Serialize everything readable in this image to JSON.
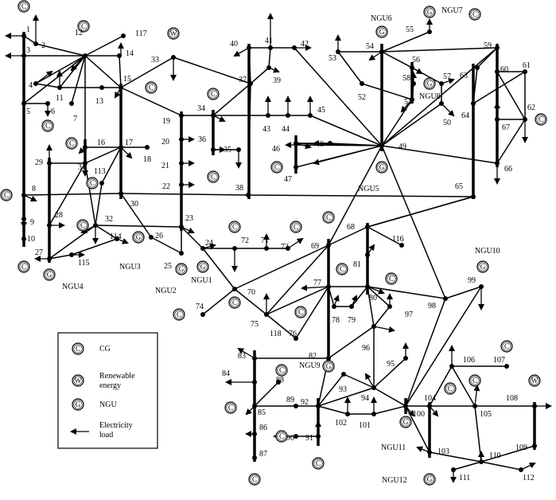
{
  "legend": {
    "items": [
      {
        "symbol": "C",
        "label": "CG"
      },
      {
        "symbol": "W",
        "label": "Renewable energy"
      },
      {
        "symbol": "G",
        "label": "NGU"
      },
      {
        "symbol": "arrow",
        "label": "Electricity load"
      }
    ]
  },
  "symbol_letters": {
    "cg": "C",
    "renewable": "W",
    "ngu": "G"
  },
  "gen_labels": [
    "NGU1",
    "NGU2",
    "NGU3",
    "NGU4",
    "NGU5",
    "NGU6",
    "NGU7",
    "NGU8",
    "NGU9",
    "NGU10",
    "NGU11",
    "NGU12"
  ],
  "buses": [
    "1",
    "2",
    "3",
    "4",
    "5",
    "6",
    "7",
    "8",
    "9",
    "10",
    "11",
    "12",
    "13",
    "14",
    "15",
    "16",
    "17",
    "18",
    "19",
    "20",
    "21",
    "22",
    "23",
    "24",
    "25",
    "26",
    "27",
    "28",
    "29",
    "30",
    "31",
    "32",
    "33",
    "34",
    "35",
    "36",
    "37",
    "38",
    "39",
    "40",
    "41",
    "42",
    "43",
    "44",
    "45",
    "46",
    "47",
    "48",
    "49",
    "50",
    "51",
    "52",
    "53",
    "54",
    "55",
    "56",
    "57",
    "58",
    "59",
    "60",
    "61",
    "62",
    "63",
    "64",
    "65",
    "66",
    "67",
    "68",
    "69",
    "70",
    "71",
    "72",
    "73",
    "74",
    "75",
    "76",
    "77",
    "78",
    "79",
    "80",
    "81",
    "82",
    "83",
    "84",
    "85",
    "86",
    "87",
    "88",
    "89",
    "90",
    "91",
    "92",
    "93",
    "94",
    "95",
    "96",
    "97",
    "98",
    "99",
    "100",
    "101",
    "102",
    "103",
    "104",
    "105",
    "106",
    "107",
    "108",
    "109",
    "110",
    "111",
    "112",
    "113",
    "114",
    "115",
    "116",
    "117",
    "118"
  ],
  "colors": {
    "line": "#000000",
    "background": "#ffffff"
  }
}
